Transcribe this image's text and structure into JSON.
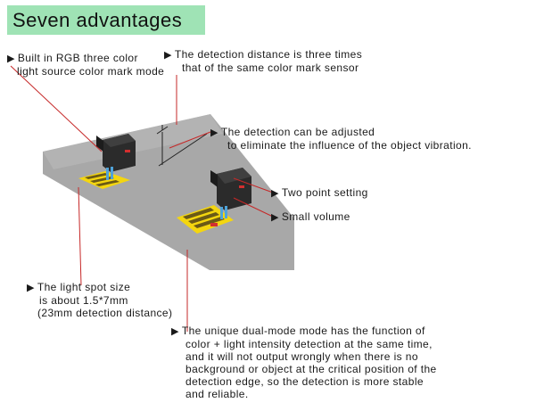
{
  "title": "Seven advantages",
  "callouts": {
    "rgb": {
      "arrow": "▶",
      "lines": [
        "Built in RGB three color",
        "light source color mark mode"
      ]
    },
    "distance": {
      "arrow": "▶",
      "lines": [
        "The detection distance is three times",
        "that of the same color mark sensor"
      ]
    },
    "adjust": {
      "arrow": "▶",
      "lines": [
        "The detection can be adjusted",
        "to eliminate the influence of the object vibration."
      ]
    },
    "two_point": {
      "arrow": "▶",
      "text": "Two point setting"
    },
    "volume": {
      "arrow": "▶",
      "text": "Small volume"
    },
    "spot": {
      "arrow": "▶",
      "lines": [
        "The light spot size",
        "is about 1.5*7mm",
        "(23mm detection distance)"
      ]
    },
    "dual_mode": {
      "arrow": "▶",
      "lines": [
        "The unique dual-mode mode has the function of",
        "color + light intensity detection at the same time,",
        "and it will not output wrongly when there is no",
        "background or object at the critical position of the",
        "detection edge, so the detection is more stable",
        "and reliable."
      ]
    }
  },
  "colors": {
    "title_bg": "#9fe3b5",
    "belt": "#a6a6a6",
    "sensor": "#2b2b2b",
    "label_yellow": "#f4d60f",
    "leader_red": "#c62828"
  }
}
